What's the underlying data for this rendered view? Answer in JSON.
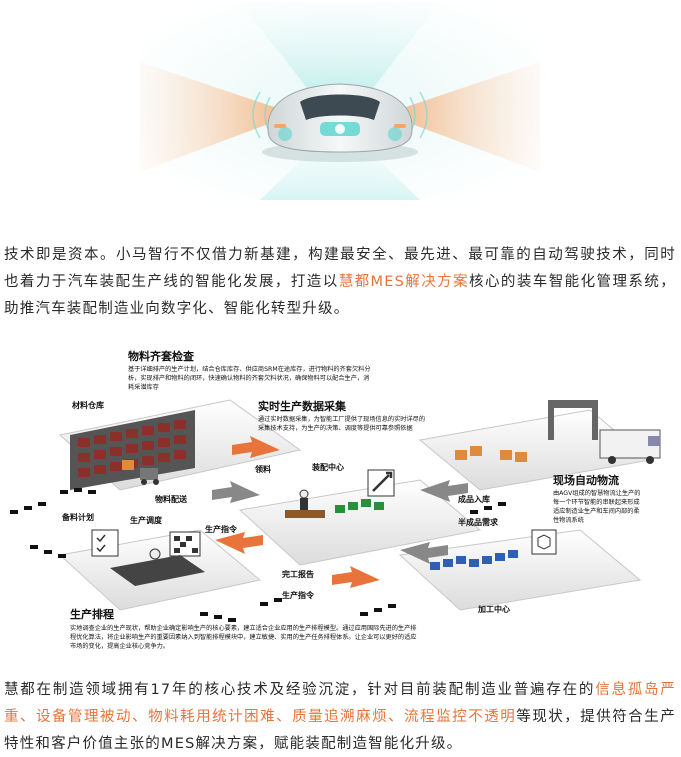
{
  "hero": {
    "image_alt": "autonomous-car-sensor-illustration"
  },
  "paragraph1": {
    "before": "技术即是资本。小马智行不仅借力新基建，构建最安全、最先进、最可靠的自动驾驶技术，同时也着力于汽车装配生产线的智能化发展，打造以",
    "highlight": "慧都MES解决方案",
    "after": "核心的装车智能化管理系统，助推汽车装配制造业向数字化、智能化转型升级。"
  },
  "diagram": {
    "material_check": {
      "title": "物料齐套检查",
      "desc1": "基于详细排产的生产计划，结合仓库库存、供应商SRM在途库存，进行物料的齐套欠料分",
      "desc2": "析，实现排产和物料的闭环，快速确认物料的齐套欠料状况，确保物料可以配合生产，消",
      "desc3": "耗采潜库存"
    },
    "realtime": {
      "title": "实时生产数据采集",
      "desc1": "通过实时数据采集，为智能工厂提供了现场信息的实时详尽的",
      "desc2": "采集技术支持，为生产的决策、调度等提供可靠参照依据"
    },
    "logistics": {
      "title": "现场自动物流",
      "desc1": "由AGV组成的智慧物流让生产的",
      "desc2": "每一个环节智能的串联起来形成",
      "desc3": "适应制造业生产和车间内部的柔",
      "desc4": "性物流系统"
    },
    "scheduling": {
      "title": "生产排程",
      "desc1": "实地调查企业的生产现状，帮助企业确定影响生产的核心要素，建立适合企业应用的生产排程模型。通过应用国际先进的生产排",
      "desc2": "程优化算法，将企业影响生产的重要因素纳入到智能排程模块中，建立敏捷、实用的生产任务排程体系。让企业可以更好的适应",
      "desc3": "市场的变化，提高企业核心竞争力。"
    },
    "labels": {
      "warehouse": "材料仓库",
      "material_pick": "领料",
      "assembly_center": "装配中心",
      "material_delivery": "物料配送",
      "finished_storage": "成品入库",
      "semi_demand": "半成品需求",
      "prep_plan": "备料计划",
      "production_dispatch": "生产调度",
      "production_order_1": "生产指令",
      "completion_report": "完工报告",
      "production_order_2": "生产指令",
      "processing_center": "加工中心"
    }
  },
  "paragraph2": {
    "p1": "慧都在制造领域拥有17年的核心技术及经验沉淀，针对目前装配制造业普遍存在的",
    "h1": "信息孤岛严重、设备管理被动、物料耗用统计困难、质量追溯麻烦、流程监控不透明",
    "p2": "等现状，提供符合生产特性和客户价值主张的MES解决方案，赋能装配制造智能化升级。"
  },
  "colors": {
    "accent": "#e8743b",
    "text": "#2a2a2a",
    "cyan": "#5fd6d0",
    "orange_beam": "#f4a66a"
  }
}
